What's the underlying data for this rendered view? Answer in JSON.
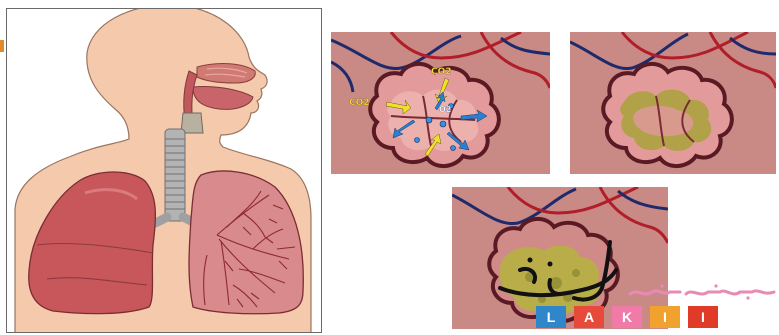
{
  "labels": {
    "co2": "CO2",
    "o2": "O2",
    "co2_left": "CO2"
  },
  "logo": {
    "letters": [
      "L",
      "A",
      "K",
      "I",
      "I"
    ],
    "colors": [
      "#2f86c8",
      "#e74a3b",
      "#f07aa8",
      "#f0a12e",
      "#e03a28"
    ]
  },
  "colors": {
    "skin": "#f4c9ac",
    "lung": "#c8575c",
    "airway": "#a9a9a9",
    "tissue": "#c98a86",
    "vessel_red": "#b01e2a",
    "vessel_blue": "#1f2a6b",
    "arrow_yellow": "#f2df2a",
    "arrow_blue": "#2a7fd0",
    "mucus": "#a8a23a"
  }
}
